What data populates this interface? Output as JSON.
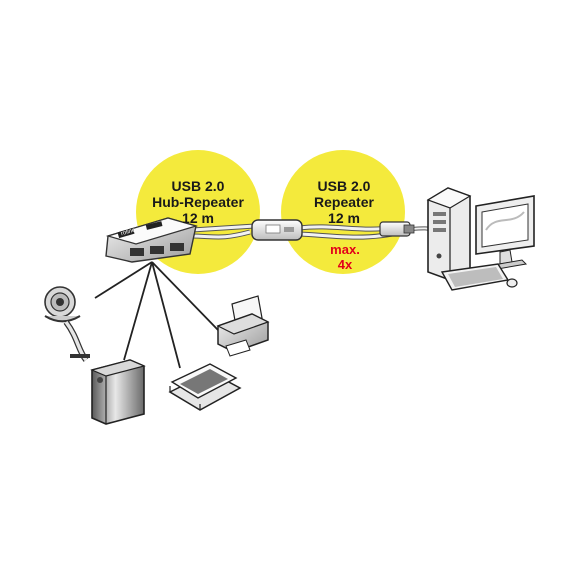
{
  "hub_label": [
    "USB 2.0",
    "Hub-Repeater",
    "12 m"
  ],
  "repeater_label": [
    "USB 2.0",
    "Repeater",
    "12 m"
  ],
  "max_label": [
    "max.",
    "4x"
  ],
  "hub_brand": "roline",
  "colors": {
    "highlight_yellow": "#f4ea3c",
    "max_red": "#e2001a",
    "text_dark": "#1a1a1a",
    "line": "#222222"
  },
  "devices": [
    {
      "name": "usb-hub",
      "icon": "hub-icon"
    },
    {
      "name": "repeater-cable",
      "icon": "repeater-icon"
    },
    {
      "name": "computer",
      "icon": "pc-tower-icon"
    },
    {
      "name": "monitor",
      "icon": "monitor-icon"
    },
    {
      "name": "keyboard",
      "icon": "keyboard-icon"
    },
    {
      "name": "mouse",
      "icon": "mouse-icon"
    },
    {
      "name": "webcam",
      "icon": "webcam-icon"
    },
    {
      "name": "external-drive",
      "icon": "hard-drive-icon"
    },
    {
      "name": "scanner",
      "icon": "scanner-icon"
    },
    {
      "name": "printer",
      "icon": "printer-icon"
    }
  ]
}
